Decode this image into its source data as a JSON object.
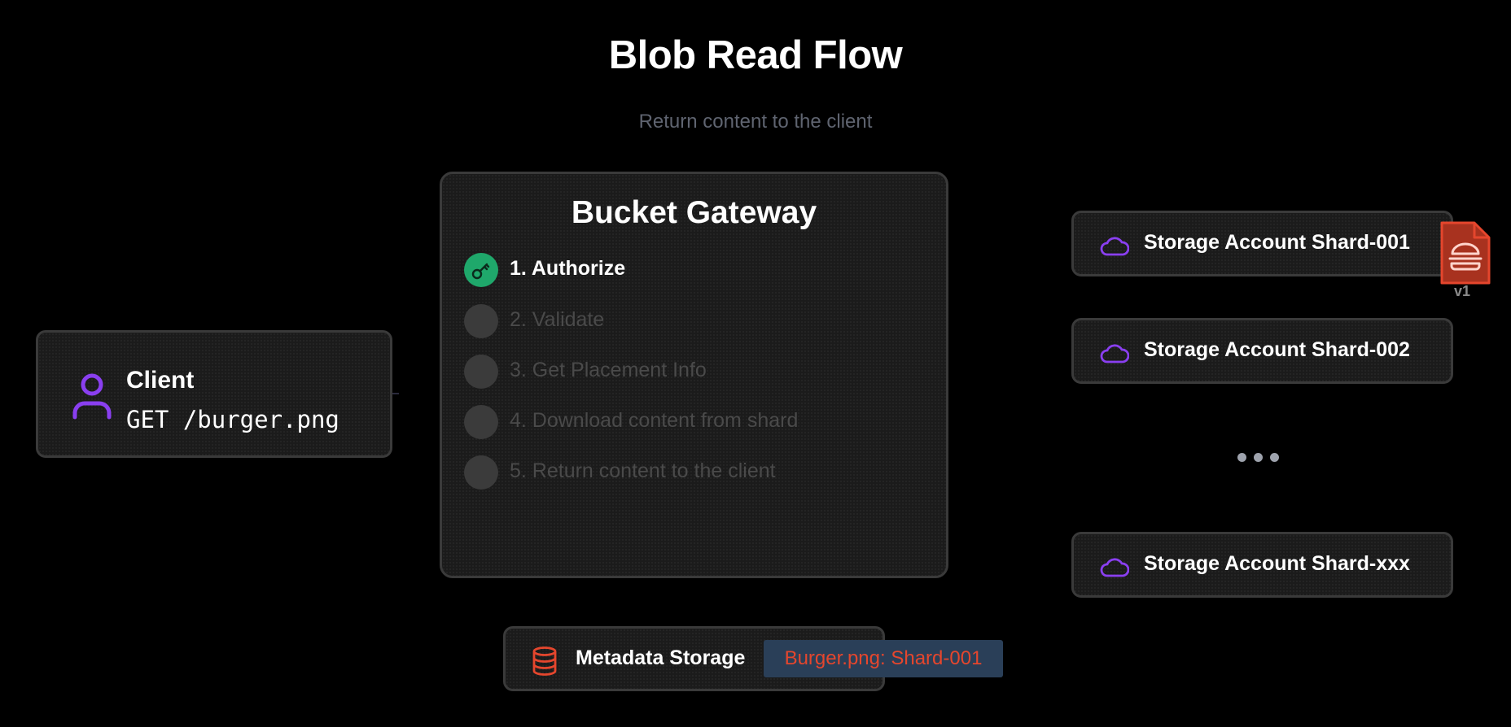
{
  "header": {
    "title": "Blob Read Flow",
    "subtitle": "Return content to the client"
  },
  "client": {
    "name": "Client",
    "request": "GET /burger.png",
    "icon": "user-icon",
    "icon_color": "#8a3ff0"
  },
  "gateway": {
    "title": "Bucket Gateway",
    "steps": [
      {
        "label": "1. Authorize",
        "active": true,
        "icon": "key-icon"
      },
      {
        "label": "2. Validate",
        "active": false
      },
      {
        "label": "3. Get Placement Info",
        "active": false
      },
      {
        "label": "4. Download content from shard",
        "active": false
      },
      {
        "label": "5. Return content to the client",
        "active": false
      }
    ],
    "active_color": "#1fa86b",
    "inactive_color": "#3b3b3b"
  },
  "metadata": {
    "label": "Metadata Storage",
    "entry": "Burger.png: Shard-001",
    "icon": "database-icon",
    "icon_color": "#e5462d"
  },
  "shards": [
    {
      "label": "Storage Account Shard-001",
      "icon": "cloud-icon"
    },
    {
      "label": "Storage Account Shard-002",
      "icon": "cloud-icon"
    },
    {
      "label": "Storage Account Shard-xxx",
      "icon": "cloud-icon"
    }
  ],
  "shard_icon_color": "#8a3ff0",
  "file": {
    "icon": "burger-file-icon",
    "version": "v1",
    "color": "#e5462d"
  }
}
